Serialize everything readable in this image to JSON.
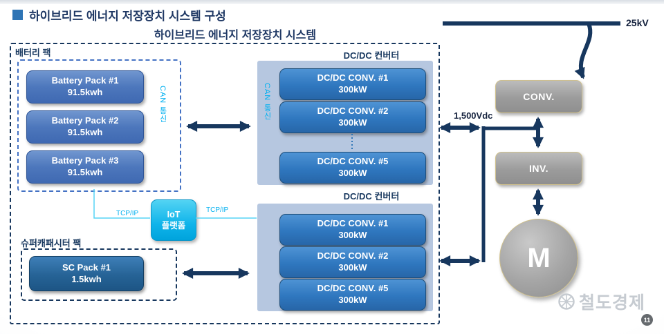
{
  "slide": {
    "header_title": "하이브리드 에너지 저장장치 시스템 구성",
    "diagram_title": "하이브리드 에너지 저장장치 시스템",
    "watermark": "철도경제",
    "page_number": "11"
  },
  "battery_section": {
    "label": "배터리 팩",
    "can_label": "CAN 통신",
    "packs": [
      {
        "line1": "Battery Pack #1",
        "line2": "91.5kwh"
      },
      {
        "line1": "Battery Pack #2",
        "line2": "91.5kwh"
      },
      {
        "line1": "Battery Pack #3",
        "line2": "91.5kwh"
      }
    ]
  },
  "sc_section": {
    "label": "슈퍼캐패시터 팩",
    "pack": {
      "line1": "SC Pack #1",
      "line2": "1.5kwh"
    }
  },
  "iot": {
    "line1": "IoT",
    "line2": "플랫폼",
    "tcpip_left": "TCP/IP",
    "tcpip_right": "TCP/IP"
  },
  "dcdc_upper": {
    "label": "DC/DC 컨버터",
    "can_label": "CAN 통신",
    "units": [
      {
        "line1": "DC/DC CONV. #1",
        "line2": "300kW"
      },
      {
        "line1": "DC/DC CONV. #2",
        "line2": "300kW"
      },
      {
        "line1": "DC/DC CONV. #5",
        "line2": "300kW"
      }
    ]
  },
  "dcdc_lower": {
    "label": "DC/DC 컨버터",
    "units": [
      {
        "line1": "DC/DC CONV. #1",
        "line2": "300kW"
      },
      {
        "line1": "DC/DC CONV. #2",
        "line2": "300kW"
      },
      {
        "line1": "DC/DC CONV. #5",
        "line2": "300kW"
      }
    ]
  },
  "right_side": {
    "hv_label": "25kV",
    "dc_link_label": "1,500Vdc",
    "conv_label": "CONV.",
    "inv_label": "INV.",
    "motor_label": "M"
  },
  "colors": {
    "accent_navy": "#17375e",
    "accent_blue": "#2e75b6",
    "accent_cyan": "#00b0f0",
    "panel_blue": "#b6c7e0",
    "gray_box": "#9b9b9b"
  }
}
